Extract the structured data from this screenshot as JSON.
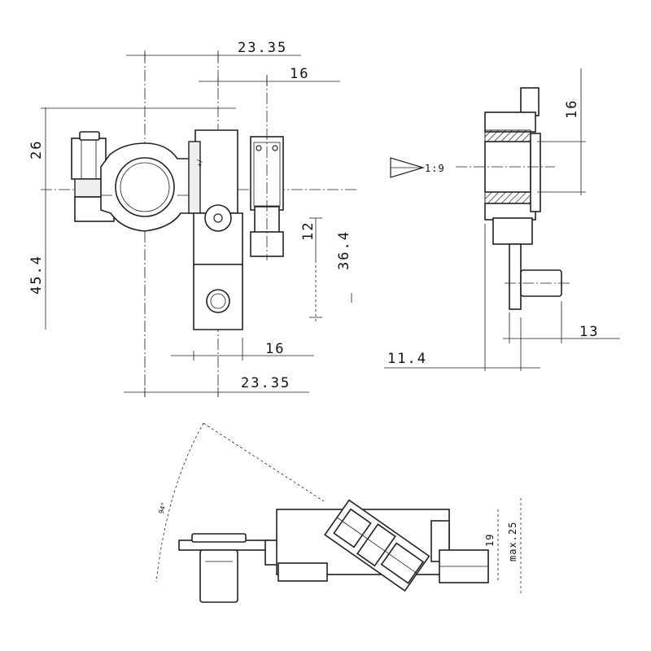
{
  "front_view": {
    "dim_top_offset": "23.35",
    "dim_top_width": "16",
    "dim_height_upper": "26",
    "dim_height_total": "45.4",
    "dim_lug_small": "12",
    "dim_lug_height": "36.4",
    "dim_bottom_width": "16",
    "dim_bottom_offset": "23.35",
    "body_marking": "+/-"
  },
  "side_view": {
    "taper_ratio": "1:9",
    "dim_bore": "16",
    "dim_lug_offset": "13",
    "dim_width": "11.4"
  },
  "bottom_view": {
    "dim_angle": "94°",
    "dim_height": "19",
    "dim_height_max": "max.25"
  }
}
